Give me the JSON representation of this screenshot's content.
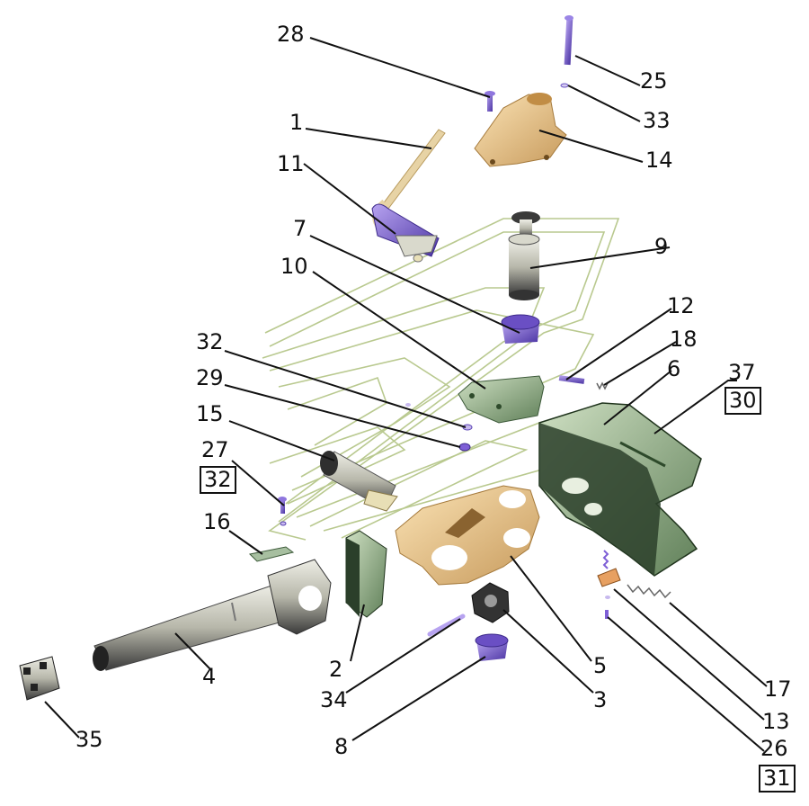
{
  "labels": {
    "l1": "1",
    "l2": "2",
    "l3": "3",
    "l4": "4",
    "l5": "5",
    "l6": "6",
    "l7": "7",
    "l8": "8",
    "l9": "9",
    "l10": "10",
    "l11": "11",
    "l12": "12",
    "l13": "13",
    "l14": "14",
    "l15": "15",
    "l16": "16",
    "l17": "17",
    "l18": "18",
    "l25": "25",
    "l26": "26",
    "l27": "27",
    "l28": "28",
    "l29": "29",
    "l30": "30",
    "l31": "31",
    "l32a": "32",
    "l32b": "32",
    "l33": "33",
    "l34": "34",
    "l35": "35",
    "l37": "37"
  },
  "colors": {
    "tan": "#f2cf94",
    "tan_dark": "#b98b48",
    "purple": "#7e5fd6",
    "purple_dark": "#3d2a8a",
    "green": "#a8c49a",
    "green_dark": "#2e4a2b",
    "gray": "#c8c8bc",
    "gray_dark": "#2b2b2b",
    "orange": "#e7a061"
  }
}
